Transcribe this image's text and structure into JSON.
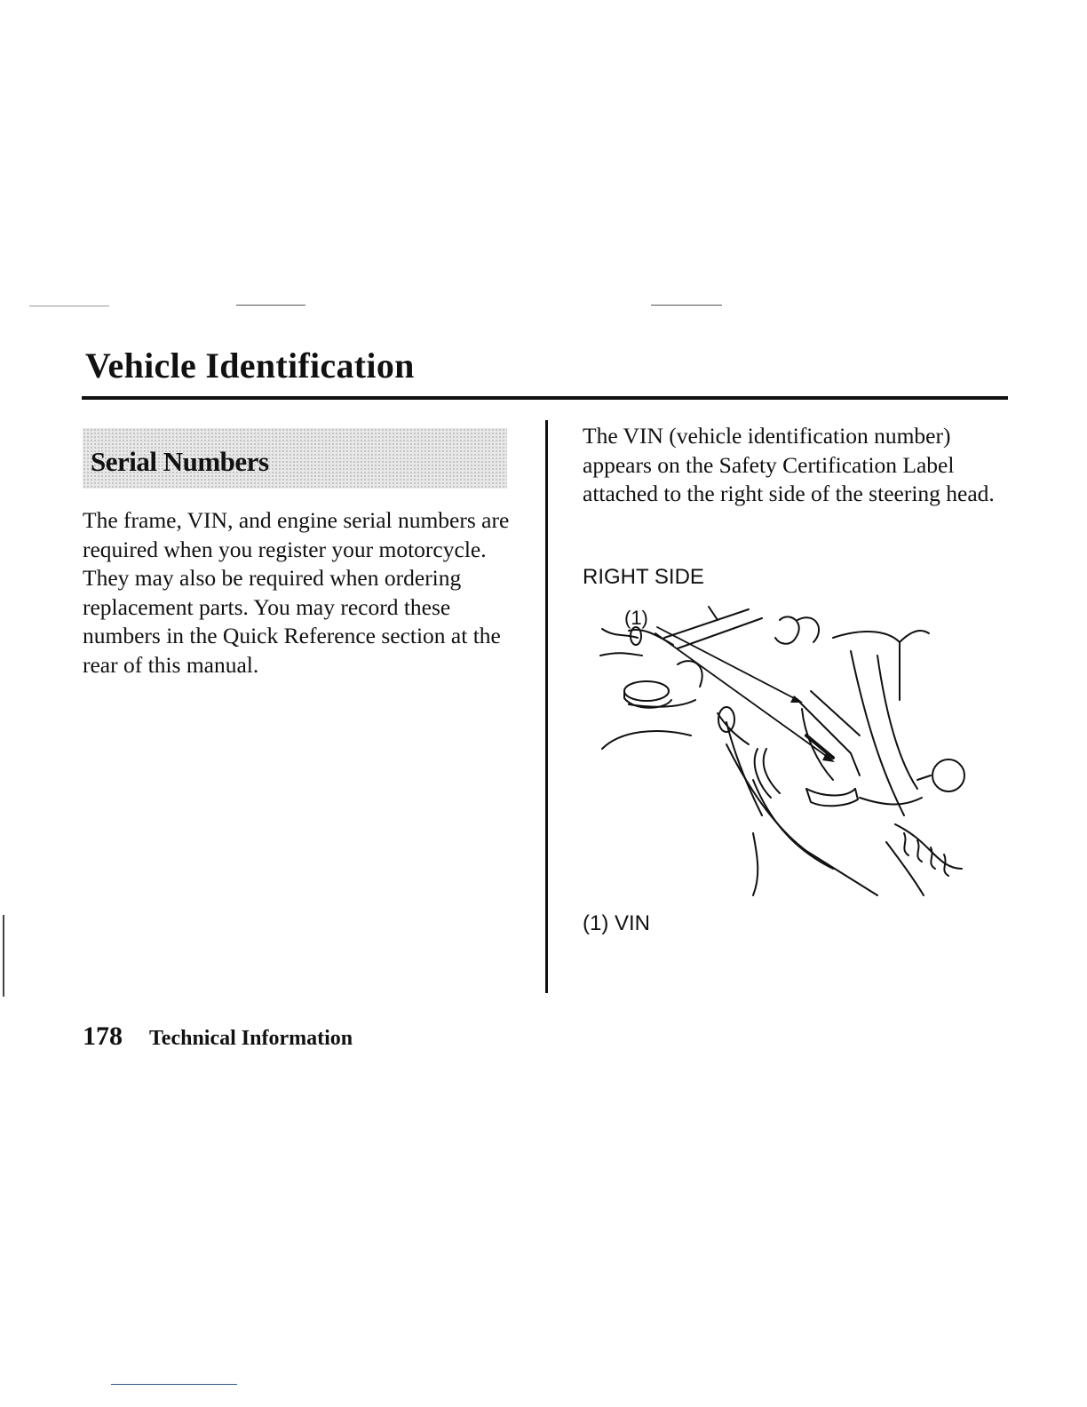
{
  "page": {
    "title": "Vehicle Identification",
    "section_heading": "Serial Numbers",
    "left_paragraph": "The frame, VIN, and engine serial numbers are required when you register your motorcycle. They may also be required when ordering replacement parts. You may record these numbers in the Quick Reference section at the rear of this manual.",
    "right_paragraph": "The VIN (vehicle identification number) appears on the Safety Certification Label attached to the right side of the steering head."
  },
  "figure": {
    "title": "RIGHT SIDE",
    "callout": "(1)",
    "legend": "(1) VIN"
  },
  "footer": {
    "page_number": "178",
    "section_name": "Technical Information"
  }
}
